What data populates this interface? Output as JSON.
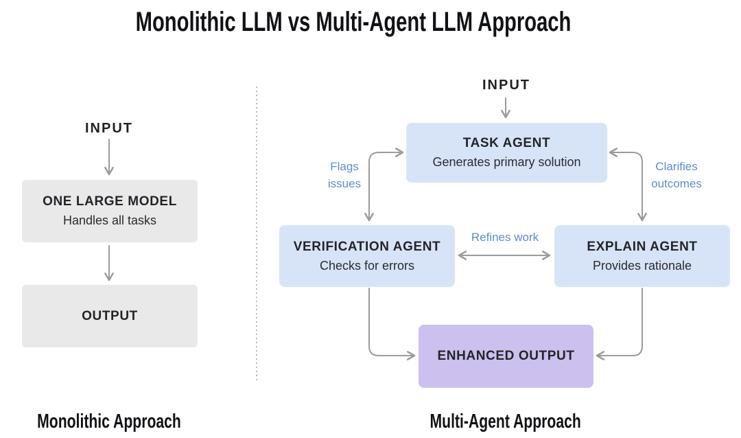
{
  "title": "Monolithic LLM vs Multi-Agent LLM Approach",
  "monolithic": {
    "input_label": "INPUT",
    "model_box": {
      "title": "ONE LARGE MODEL",
      "subtitle": "Handles all tasks"
    },
    "output_box": {
      "title": "OUTPUT"
    },
    "caption": "Monolithic Approach"
  },
  "multi_agent": {
    "input_label": "INPUT",
    "task_box": {
      "title": "TASK AGENT",
      "subtitle": "Generates primary solution"
    },
    "verification_box": {
      "title": "VERIFICATION AGENT",
      "subtitle": "Checks for errors"
    },
    "explain_box": {
      "title": "EXPLAIN AGENT",
      "subtitle": "Provides rationale"
    },
    "enhanced_box": {
      "title": "ENHANCED OUTPUT"
    },
    "edge_labels": {
      "flags": "Flags issues",
      "clarifies": "Clarifies outcomes",
      "refines": "Refines work"
    },
    "caption": "Multi-Agent Approach"
  },
  "colors": {
    "box_gray": "#e9e9e9",
    "box_blue": "#d7e4f8",
    "box_purple": "#ccc0ee",
    "arrow": "#9b9b9b",
    "label_blue": "#5d8cca",
    "ink": "#232428"
  }
}
